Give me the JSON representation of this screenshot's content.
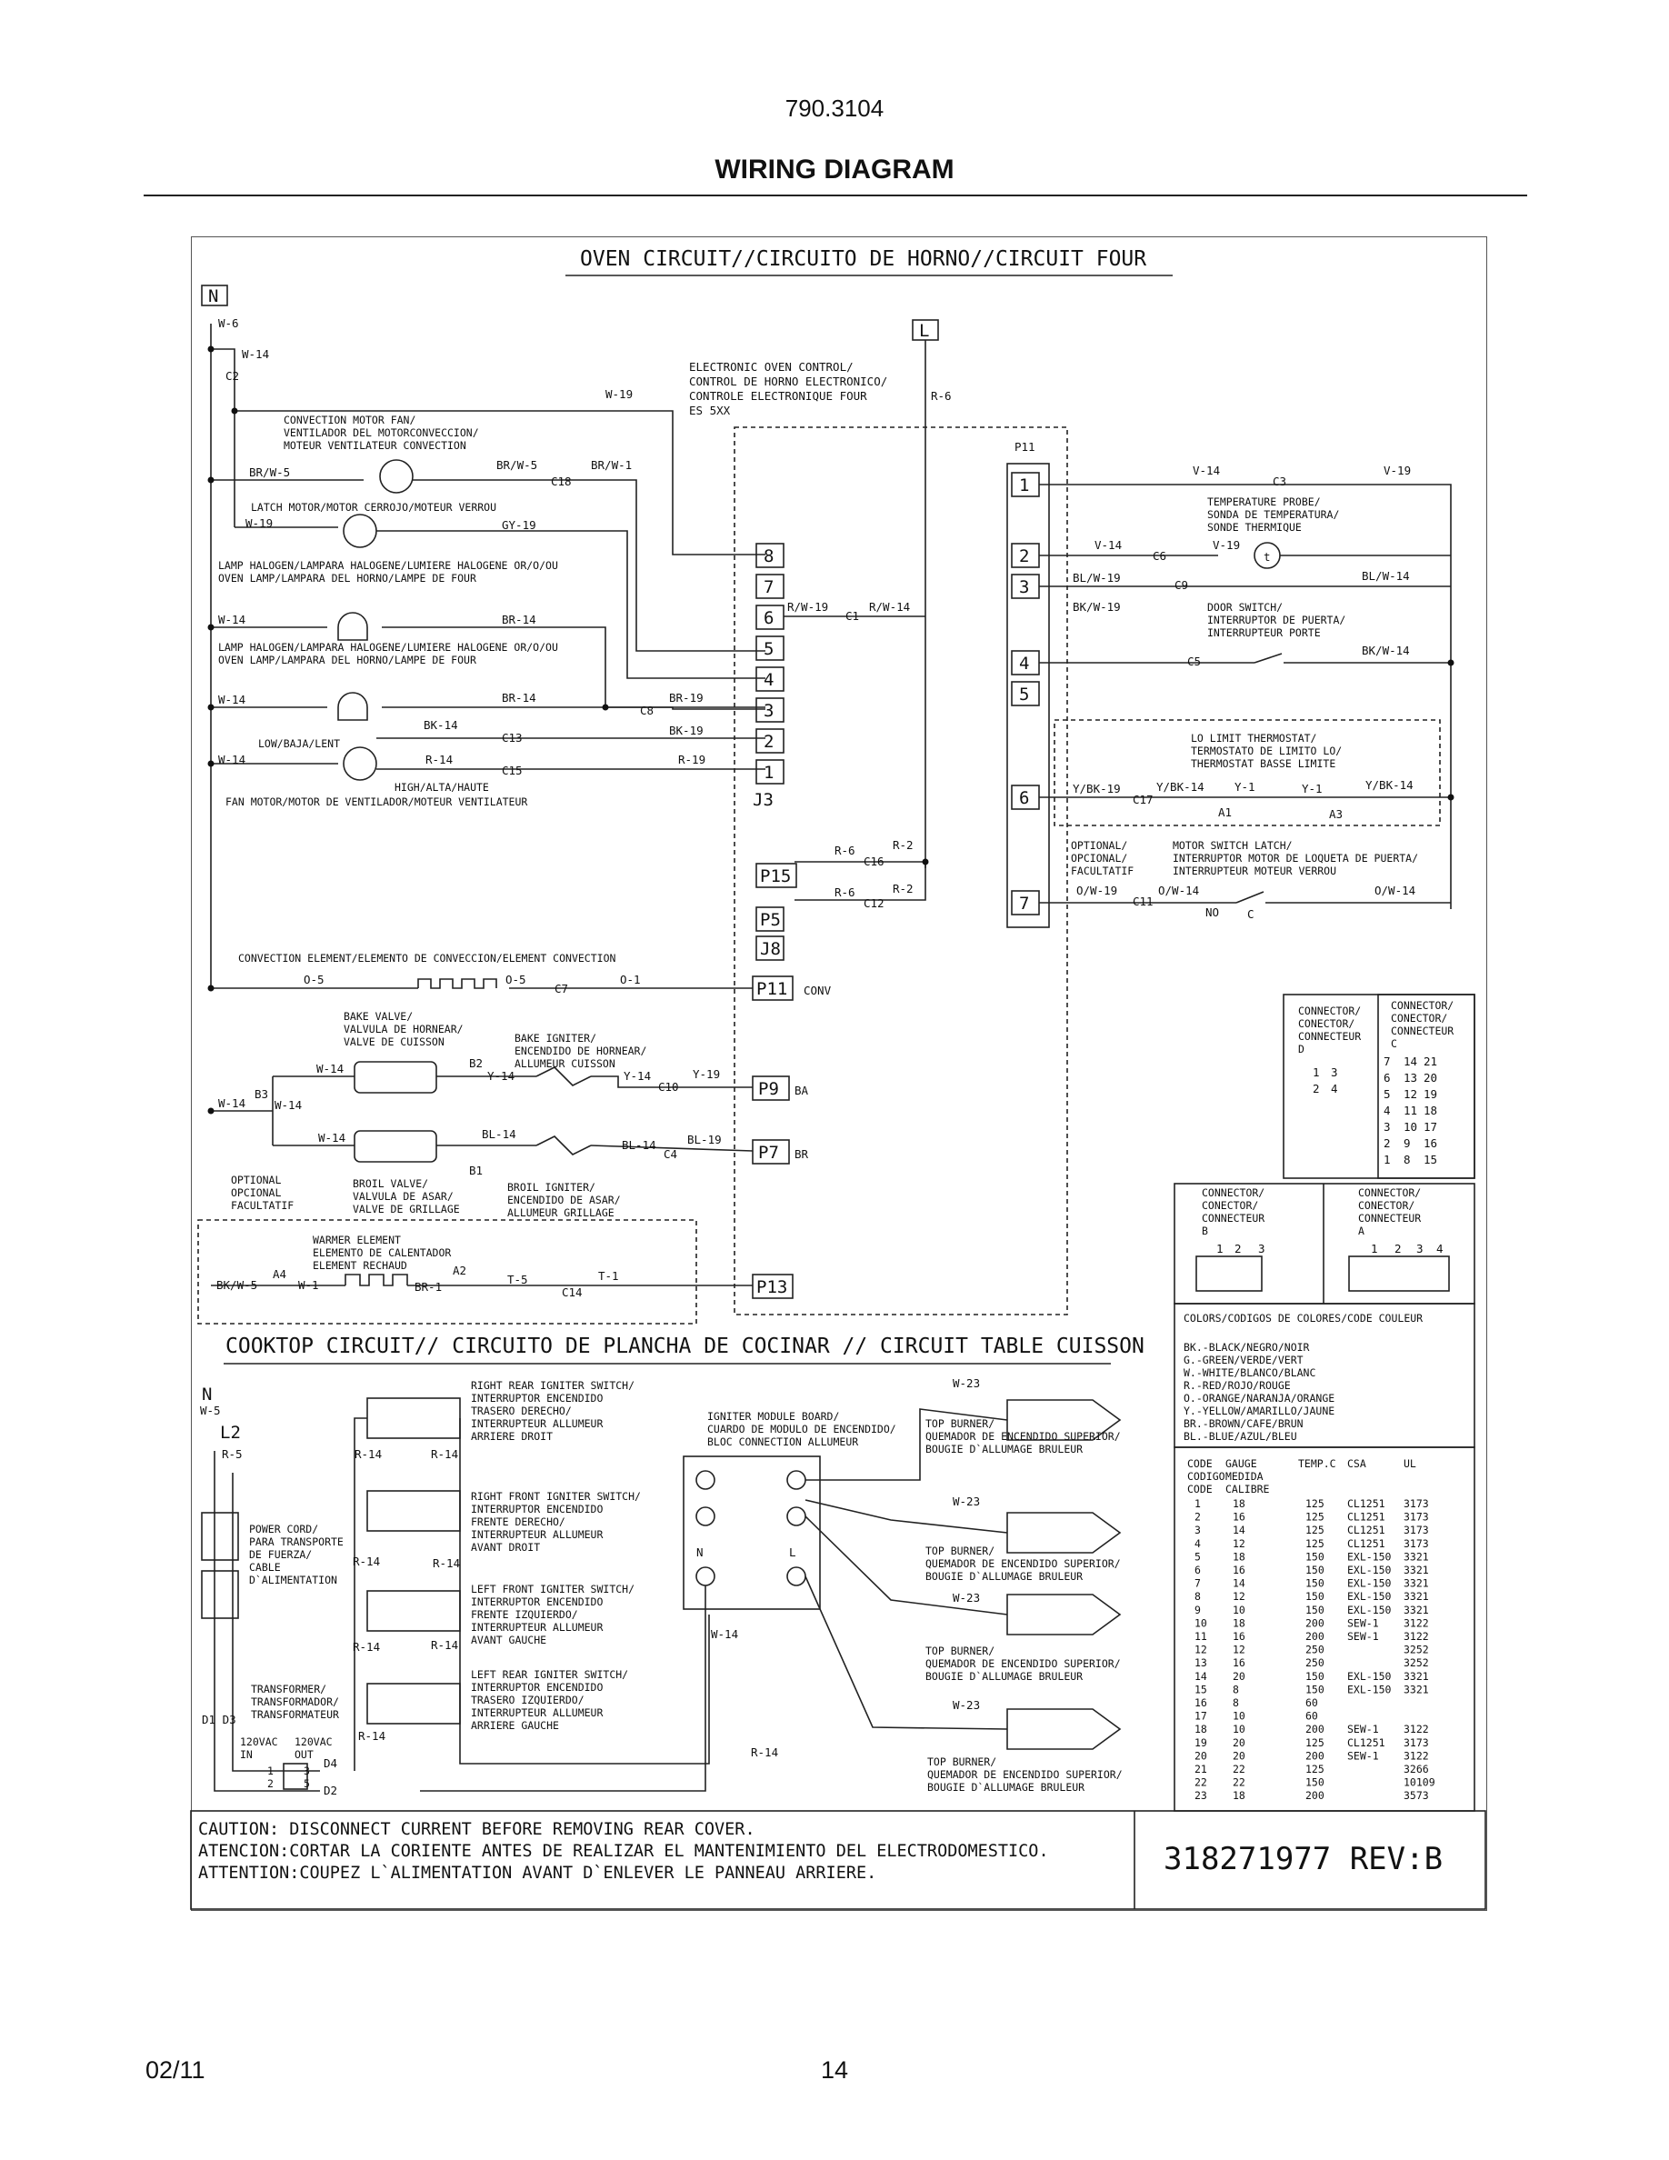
{
  "header": {
    "model": "790.3104",
    "title": "WIRING DIAGRAM"
  },
  "oven": {
    "title": "OVEN CIRCUIT//CIRCUITO DE HORNO//CIRCUIT FOUR",
    "n_label": "N",
    "l_label": "L",
    "eoc": [
      "ELECTRONIC OVEN CONTROL/",
      "CONTROL DE HORNO ELECTRONICO/",
      "CONTROLE ELECTRONIQUE FOUR",
      "ES 5XX"
    ],
    "conv_fan": [
      "CONVECTION MOTOR FAN/",
      "VENTILADOR DEL MOTORCONVECCION/",
      "MOTEUR VENTILATEUR CONVECTION"
    ],
    "latch_motor": "LATCH MOTOR/MOTOR CERROJO/MOTEUR VERROU",
    "lamp": [
      "LAMP HALOGEN/LAMPARA HALOGENE/LUMIERE HALOGENE  OR/O/OU",
      "OVEN LAMP/LAMPARA DEL HORNO/LAMPE DE FOUR"
    ],
    "fan_speeds": {
      "low": "LOW/BAJA/LENT",
      "high": "HIGH/ALTA/HAUTE"
    },
    "fan_motor": "FAN MOTOR/MOTOR DE VENTILADOR/MOTEUR VENTILATEUR",
    "conv_element": "CONVECTION ELEMENT/ELEMENTO DE CONVECCION/ELEMENT CONVECTION",
    "bake_valve": [
      "BAKE VALVE/",
      "VALVULA DE HORNEAR/",
      "VALVE DE CUISSON"
    ],
    "bake_igniter": [
      "BAKE IGNITER/",
      "ENCENDIDO DE HORNEAR/",
      "ALLUMEUR CUISSON"
    ],
    "broil_valve": [
      "BROIL VALVE/",
      "VALVULA DE ASAR/",
      "VALVE DE GRILLAGE"
    ],
    "broil_igniter": [
      "BROIL IGNITER/",
      "ENCENDIDO DE ASAR/",
      "ALLUMEUR GRILLAGE"
    ],
    "optional": [
      "OPTIONAL",
      "OPCIONAL",
      "FACULTATIF"
    ],
    "warmer": [
      "WARMER ELEMENT",
      "ELEMENTO DE CALENTADOR",
      "ELEMENT RECHAUD"
    ],
    "temp_probe": [
      "TEMPERATURE PROBE/",
      "SONDA DE TEMPERATURA/",
      "SONDE THERMIQUE"
    ],
    "door_switch": [
      "DOOR SWITCH/",
      "INTERRUPTOR DE PUERTA/",
      "INTERRUPTEUR PORTE"
    ],
    "lo_limit": [
      "LO LIMIT THERMOSTAT/",
      "TERMOSTATO DE LIMITO LO/",
      "THERMOSTAT BASSE LIMITE"
    ],
    "optional2": [
      "OPTIONAL/",
      "OPCIONAL/",
      "FACULTATIF"
    ],
    "motor_latch": [
      "MOTOR SWITCH LATCH/",
      "INTERRUPTOR MOTOR DE LOQUETA DE PUERTA/",
      "INTERRUPTEUR MOTEUR VERROU"
    ],
    "j3_pins": [
      "8",
      "7",
      "6",
      "5",
      "4",
      "3",
      "2",
      "1"
    ],
    "j3_label": "J3",
    "p11_label": "P11",
    "p11_pins": [
      "1",
      "2",
      "3",
      "4",
      "5",
      "6",
      "7"
    ],
    "boxes": {
      "p15": "P15",
      "p5": "P5",
      "j8": "J8",
      "p11b": "P11",
      "p9": "P9",
      "p7": "P7",
      "p13": "P13"
    },
    "box_tags": {
      "conv": "CONV",
      "ba": "BA",
      "br": "BR"
    },
    "wires": {
      "w6": "W-6",
      "w14a": "W-14",
      "c2": "C2",
      "w19": "W-19",
      "r6": "R-6",
      "brw5": "BR/W-5",
      "brw5b": "BR/W-5",
      "brw1": "BR/W-1",
      "c18": "C18",
      "w19b": "W-19",
      "gy19": "GY-19",
      "w14b": "W-14",
      "br14a": "BR-14",
      "rw19": "R/W-19",
      "c1": "C1",
      "rw14": "R/W-14",
      "w14c": "W-14",
      "br14b": "BR-14",
      "c8": "C8",
      "br19": "BR-19",
      "bk14": "BK-14",
      "bk19": "BK-19",
      "c13": "C13",
      "w14d": "W-14",
      "r14": "R-14",
      "c15": "C15",
      "r19": "R-19",
      "r6b": "R-6",
      "c16": "C16",
      "r2a": "R-2",
      "r6c": "R-6",
      "c12": "C12",
      "r2b": "R-2",
      "o5a": "O-5",
      "o5b": "O-5",
      "c7": "C7",
      "o1": "O-1",
      "w14e": "W-14",
      "b3": "B3",
      "w14f": "W-14",
      "w14g": "W-14",
      "b2": "B2",
      "y14a": "Y-14",
      "y14b": "Y-14",
      "c10": "C10",
      "y19": "Y-19",
      "w14h": "W-14",
      "bl14a": "BL-14",
      "bl14b": "BL-14",
      "c4": "C4",
      "bl19": "BL-19",
      "b1": "B1",
      "bkw5": "BK/W-5",
      "a4": "A4",
      "w1": "W-1",
      "br1": "BR-1",
      "a2": "A2",
      "t5": "T-5",
      "c14": "C14",
      "t1": "T-1",
      "v14a": "V-14",
      "c3": "C3",
      "v19a": "V-19",
      "v14b": "V-14",
      "c6": "C6",
      "v19b": "V-19",
      "blw19": "BL/W-19",
      "c9": "C9",
      "blw14": "BL/W-14",
      "bkw19": "BK/W-19",
      "c5": "C5",
      "bkw14": "BK/W-14",
      "ybk19": "Y/BK-19",
      "c17": "C17",
      "ybk14a": "Y/BK-14",
      "y1a": "Y-1",
      "a1": "A1",
      "y1b": "Y-1",
      "a3": "A3",
      "ybk14b": "Y/BK-14",
      "ow19": "O/W-19",
      "c11": "C11",
      "ow14a": "O/W-14",
      "no": "NO",
      "c": "C",
      "ow14b": "O/W-14",
      "probe_t": "t"
    }
  },
  "connectors": {
    "d": {
      "title": [
        "CONNECTOR/",
        "CONECTOR/",
        "CONNECTEUR",
        "D"
      ],
      "rows": [
        [
          "1",
          "3"
        ],
        [
          "2",
          "4"
        ]
      ]
    },
    "c": {
      "title": [
        "CONNECTOR/",
        "CONECTOR/",
        "CONNECTEUR",
        "C"
      ],
      "rows": [
        [
          "7",
          "14",
          "21"
        ],
        [
          "6",
          "13",
          "20"
        ],
        [
          "5",
          "12",
          "19"
        ],
        [
          "4",
          "11",
          "18"
        ],
        [
          "3",
          "10",
          "17"
        ],
        [
          "2",
          "9",
          "16"
        ],
        [
          "1",
          "8",
          "15"
        ]
      ]
    },
    "b": {
      "title": [
        "CONNECTOR/",
        "CONECTOR/",
        "CONNECTEUR",
        "B"
      ],
      "pins": [
        "1",
        "2",
        "3"
      ]
    },
    "a": {
      "title": [
        "CONNECTOR/",
        "CONECTOR/",
        "CONNECTEUR",
        "A"
      ],
      "pins": [
        "1",
        "2",
        "3",
        "4"
      ]
    }
  },
  "colors_legend": {
    "title": "COLORS/CODIGOS DE COLORES/CODE COULEUR",
    "items": [
      "BK.-BLACK/NEGRO/NOIR",
      "G.-GREEN/VERDE/VERT",
      "W.-WHITE/BLANCO/BLANC",
      "R.-RED/ROJO/ROUGE",
      "O.-ORANGE/NARANJA/ORANGE",
      "Y.-YELLOW/AMARILLO/JAUNE",
      "BR.-BROWN/CAFE/BRUN",
      "BL.-BLUE/AZUL/BLEU"
    ]
  },
  "gauge_table": {
    "headers": [
      "CODE",
      "GAUGE",
      "TEMP.C",
      "CSA",
      "UL"
    ],
    "headers2": [
      "CODIGO",
      "MEDIDA",
      "",
      "",
      ""
    ],
    "headers3": [
      "CODE",
      "CALIBRE",
      "",
      "",
      ""
    ],
    "rows": [
      [
        "1",
        "18",
        "125",
        "CL1251",
        "3173"
      ],
      [
        "2",
        "16",
        "125",
        "CL1251",
        "3173"
      ],
      [
        "3",
        "14",
        "125",
        "CL1251",
        "3173"
      ],
      [
        "4",
        "12",
        "125",
        "CL1251",
        "3173"
      ],
      [
        "5",
        "18",
        "150",
        "EXL-150",
        "3321"
      ],
      [
        "6",
        "16",
        "150",
        "EXL-150",
        "3321"
      ],
      [
        "7",
        "14",
        "150",
        "EXL-150",
        "3321"
      ],
      [
        "8",
        "12",
        "150",
        "EXL-150",
        "3321"
      ],
      [
        "9",
        "10",
        "150",
        "EXL-150",
        "3321"
      ],
      [
        "10",
        "18",
        "200",
        "SEW-1",
        "3122"
      ],
      [
        "11",
        "16",
        "200",
        "SEW-1",
        "3122"
      ],
      [
        "12",
        "12",
        "250",
        "",
        "3252"
      ],
      [
        "13",
        "16",
        "250",
        "",
        "3252"
      ],
      [
        "14",
        "20",
        "150",
        "EXL-150",
        "3321"
      ],
      [
        "15",
        "8",
        "150",
        "EXL-150",
        "3321"
      ],
      [
        "16",
        "8",
        "60",
        "",
        ""
      ],
      [
        "17",
        "10",
        "60",
        "",
        ""
      ],
      [
        "18",
        "10",
        "200",
        "SEW-1",
        "3122"
      ],
      [
        "19",
        "20",
        "125",
        "CL1251",
        "3173"
      ],
      [
        "20",
        "20",
        "200",
        "SEW-1",
        "3122"
      ],
      [
        "21",
        "22",
        "125",
        "",
        "3266"
      ],
      [
        "22",
        "22",
        "150",
        "",
        "10109"
      ],
      [
        "23",
        "18",
        "200",
        "",
        "3573"
      ]
    ]
  },
  "cooktop": {
    "title": "COOKTOP CIRCUIT// CIRCUITO DE PLANCHA DE COCINAR // CIRCUIT TABLE CUISSON",
    "n_label": "N",
    "w5": "W-5",
    "l2_label": "L2",
    "r5": "R-5",
    "power_cord": [
      "POWER CORD/",
      "PARA TRANSPORTE",
      "DE FUERZA/",
      "CABLE",
      "D`ALIMENTATION"
    ],
    "transformer": [
      "TRANSFORMER/",
      "TRANSFORMADOR/",
      "TRANSFORMATEUR"
    ],
    "d1d3": "D1 D3",
    "vin": [
      "120VAC",
      "IN"
    ],
    "vout": [
      "120VAC",
      "OUT"
    ],
    "tpins": [
      "1",
      "2",
      "3",
      "5"
    ],
    "d4": "D4",
    "d2": "D2",
    "sw_rr": [
      "RIGHT REAR IGNITER SWITCH/",
      "INTERRUPTOR ENCENDIDO",
      "TRASERO DERECHO/",
      "INTERRUPTEUR ALLUMEUR",
      "ARRIERE DROIT"
    ],
    "sw_rf": [
      "RIGHT FRONT IGNITER SWITCH/",
      "INTERRUPTOR  ENCENDIDO",
      "FRENTE DERECHO/",
      "INTERRUPTEUR ALLUMEUR",
      "AVANT DROIT"
    ],
    "sw_lf": [
      "LEFT FRONT IGNITER SWITCH/",
      "INTERRUPTOR  ENCENDIDO",
      "FRENTE IZQUIERDO/",
      "INTERRUPTEUR ALLUMEUR",
      "AVANT GAUCHE"
    ],
    "sw_lr": [
      "LEFT REAR IGNITER SWITCH/",
      "INTERRUPTOR ENCENDIDO",
      "TRASERO IZQUIERDO/",
      "INTERRUPTEUR ALLUMEUR",
      "ARRIERE GAUCHE"
    ],
    "module": [
      "IGNITER MODULE BOARD/",
      "CUARDO DE MODULO DE ENCENDIDO/",
      "BLOC CONNECTION ALLUMEUR"
    ],
    "module_n": "N",
    "module_l": "L",
    "burner": [
      "TOP BURNER/",
      "QUEMADOR DE ENCENDIDO SUPERIOR/",
      "BOUGIE D`ALLUMAGE BRULEUR"
    ],
    "wires": {
      "r14": "R-14",
      "w14": "W-14",
      "w23": "W-23"
    }
  },
  "caution": [
    "CAUTION: DISCONNECT CURRENT BEFORE REMOVING REAR COVER.",
    "ATENCION:CORTAR LA CORIENTE ANTES DE REALIZAR EL MANTENIMIENTO DEL ELECTRODOMESTICO.",
    "ATTENTION:COUPEZ L`ALIMENTATION AVANT D`ENLEVER LE PANNEAU ARRIERE."
  ],
  "part_number": "318271977 REV:B",
  "footer": {
    "date": "02/11",
    "page": "14"
  }
}
